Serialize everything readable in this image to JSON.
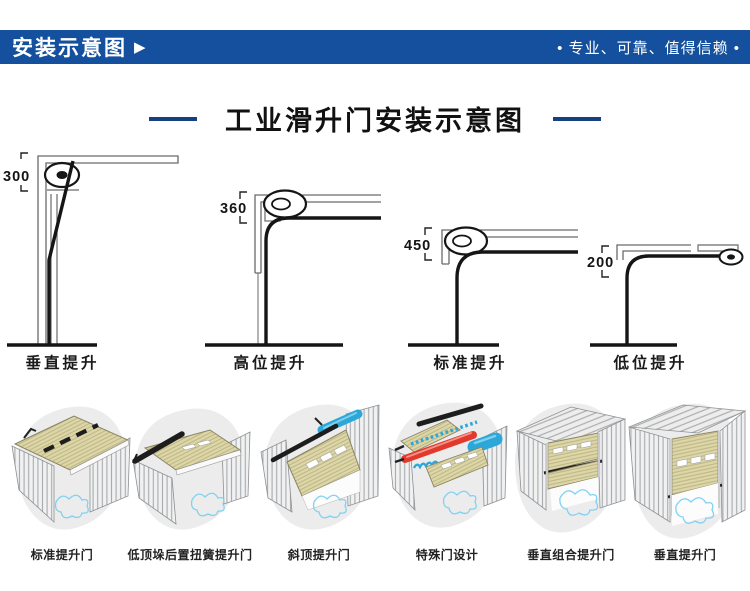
{
  "header": {
    "left_title": "安装示意图",
    "arrow": "▶",
    "slogan": "• 专业、可靠、值得信赖 •"
  },
  "title": {
    "text": "工业滑升门安装示意图"
  },
  "diagrams": [
    {
      "name": "vertical-lift",
      "label": "垂直提升",
      "dimension": "300"
    },
    {
      "name": "high-lift",
      "label": "高位提升",
      "dimension": "360"
    },
    {
      "name": "standard-lift",
      "label": "标准提升",
      "dimension": "450"
    },
    {
      "name": "low-lift",
      "label": "低位提升",
      "dimension": "200"
    }
  ],
  "installations": [
    {
      "name": "standard-lift-door",
      "label": "标准提升门"
    },
    {
      "name": "low-headroom-rear-torsion-spring-door",
      "label": "低顶垛后置扭簧提升门"
    },
    {
      "name": "sloped-roof-lift-door",
      "label": "斜顶提升门"
    },
    {
      "name": "special-door-design",
      "label": "特殊门设计"
    },
    {
      "name": "vertical-combination-lift-door",
      "label": "垂直组合提升门"
    },
    {
      "name": "vertical-lift-door",
      "label": "垂直提升门"
    }
  ],
  "colors": {
    "header_bar": "#14509d",
    "title_dash": "#16407e",
    "line_dark": "#151515",
    "track_gray": "#6a6a6a",
    "panel_tan": "#ddd6a8",
    "wall_gray": "#f1f1f1",
    "cylinder_blue": "#2ba7da",
    "cylinder_red": "#e13a2c",
    "scribble_blue": "#7fd2f2"
  }
}
